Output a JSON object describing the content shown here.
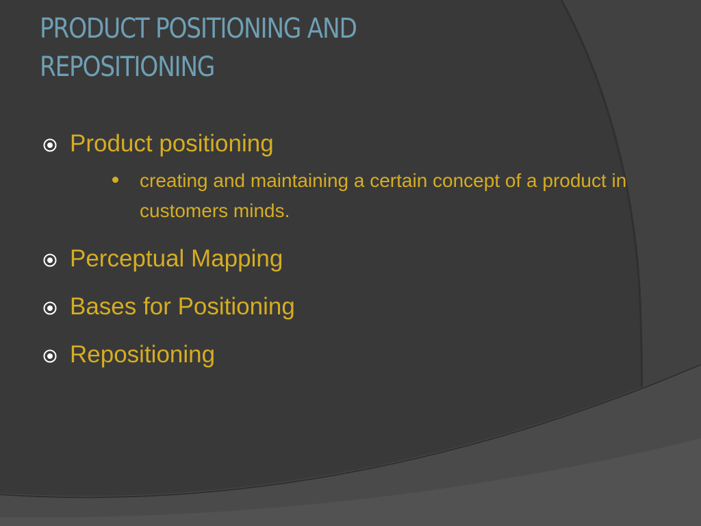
{
  "slide": {
    "title": "PRODUCT POSITIONING AND REPOSITIONING",
    "bullets": [
      {
        "text": "Product positioning",
        "sub": [
          "creating and maintaining a certain concept of a product in customers minds."
        ]
      },
      {
        "text": "Perceptual Mapping"
      },
      {
        "text": "Bases for Positioning"
      },
      {
        "text": "Repositioning"
      }
    ]
  },
  "theme": {
    "background": "#3a3a3a",
    "title_color": "#6e9fb4",
    "text_color": "#d6ad22",
    "bullet_icon": "circled-dot-icon",
    "sub_bullet_icon": "bullet-dot-icon"
  }
}
